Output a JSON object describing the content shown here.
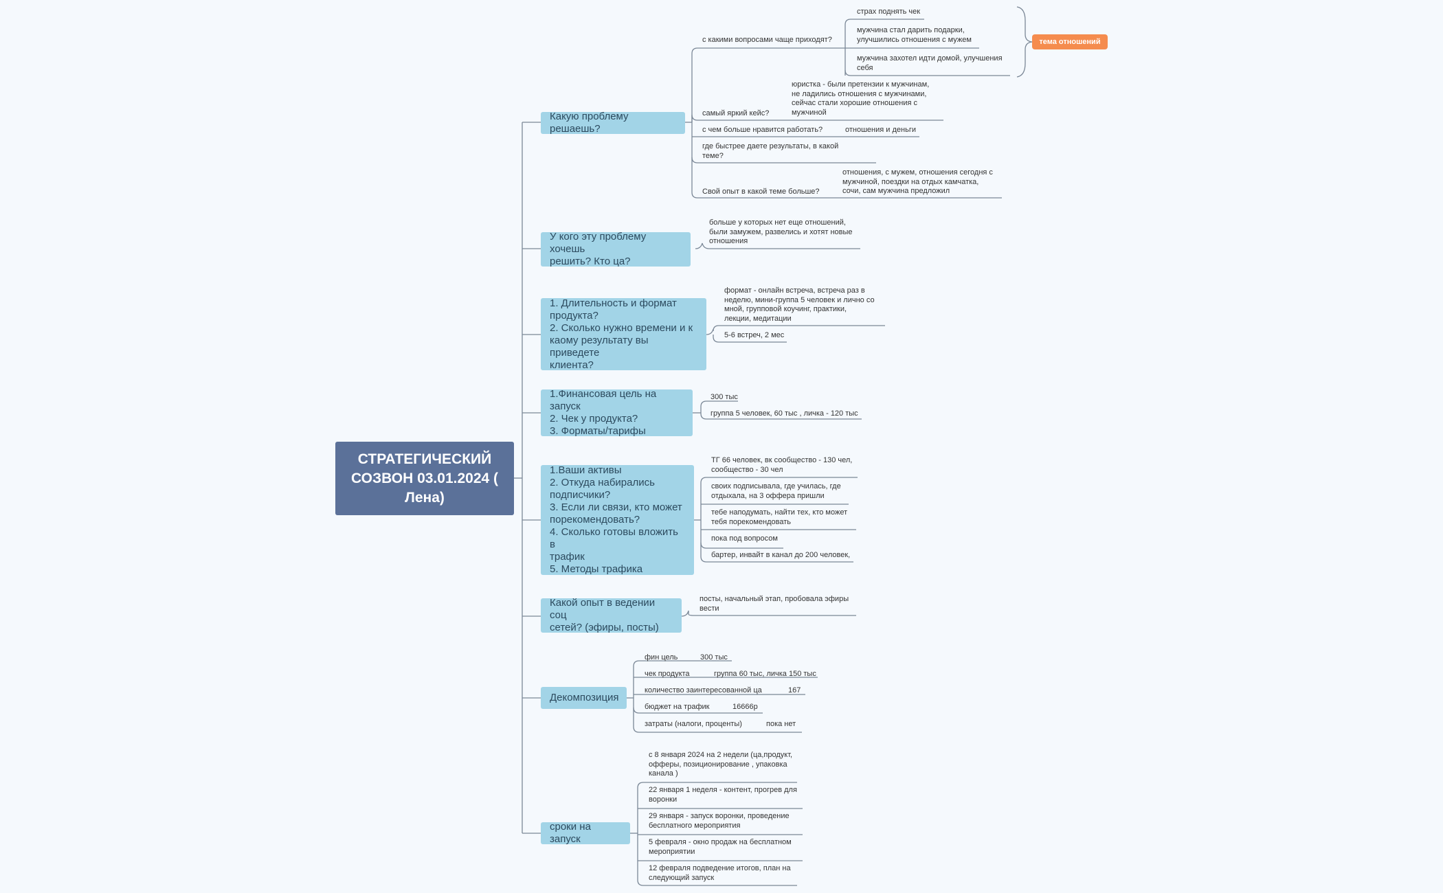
{
  "colors": {
    "root": "#5b7199",
    "topic": "#a2d4e7",
    "line": "#7a8796",
    "tag": "#f58c4e"
  },
  "root": "СТРАТЕГИЧЕСКИЙ\nСОЗВОН 03.01.2024 (\nЛена)",
  "tag": "тема отношений",
  "topics": [
    {
      "label": "Какую проблему решаешь?",
      "leaves": [
        {
          "q": "с какими вопросами чаще приходят?",
          "subs": [
            "страх поднять чек",
            "мужчина стал дарить подарки,\nулучшились отношения с мужем",
            "мужчина захотел идти домой, улучшения\nсебя"
          ]
        },
        {
          "q": "самый яркий кейс?",
          "a": "юристка  - были претензии к мужчинам,\nне ладились отношения с мужчинами,\nсейчас стали хорошие отношения с\nмужчиной"
        },
        {
          "q": "с чем больше нравится работать?",
          "a": "отношения и деньги"
        },
        {
          "q": "где быстрее даете результаты, в какой\nтеме?"
        },
        {
          "q": "Свой опыт в какой теме больше?",
          "a": "отношения, с мужем, отношения сегодня с\nмужчиной, поездки на отдых камчатка,\nсочи, сам мужчина предложил"
        }
      ]
    },
    {
      "label": "У кого эту проблему хочешь\nрешить? Кто ца?",
      "leaves": [
        {
          "q": "больше у которых нет еще отношений,\nбыли замужем, развелись и хотят новые\nотношения"
        }
      ]
    },
    {
      "label": "1. Длительность и формат\nпродукта?\n2. Сколько нужно времени и к\nкаому результату вы приведете\nклиента?",
      "leaves": [
        {
          "q": "формат - онлайн встреча, встреча раз в\nнеделю, мини-группа 5 человек и лично со\nмной, групповой коучинг, практики,\nлекции, медитации"
        },
        {
          "q": "5-6 встреч, 2 мес"
        }
      ]
    },
    {
      "label": "1.Финансовая цель на запуск\n 2. Чек у продукта?\n3. Форматы/тарифы",
      "leaves": [
        {
          "q": "300 тыс"
        },
        {
          "q": "группа 5 человек, 60 тыс , личка - 120 тыс"
        }
      ]
    },
    {
      "label": "1.Ваши активы\n2. Откуда набирались\nподписчики?\n3. Если ли связи, кто может\nпорекомендовать?\n4. Сколько готовы вложить в\nтрафик\n5. Методы трафика",
      "leaves": [
        {
          "q": "ТГ 66 человек, вк сообщество - 130 чел,\nсообщество - 30 чел"
        },
        {
          "q": "своих подписывала, где училась, где\nотдыхала,     на 3 оффера пришли"
        },
        {
          "q": "тебе наподумать, найти тех, кто может\nтебя порекомендовать"
        },
        {
          "q": "пока под вопросом"
        },
        {
          "q": "бартер, инвайт в канал до 200 человек,"
        }
      ]
    },
    {
      "label": "Какой опыт в ведении соц\nсетей? (эфиры, посты)",
      "leaves": [
        {
          "q": "посты, начальный этап, пробовала эфиры\nвести"
        }
      ]
    },
    {
      "label": "Декомпозиция",
      "leaves": [
        {
          "q": "фин цель",
          "a": "300 тыс"
        },
        {
          "q": "чек продукта",
          "a": "группа 60 тыс, личка 150 тыс"
        },
        {
          "q": "количество заинтересованной ца",
          "a": "167"
        },
        {
          "q": "бюджет на трафик",
          "a": "16666р"
        },
        {
          "q": "затраты (налоги, проценты)",
          "a": "пока нет"
        }
      ]
    },
    {
      "label": "сроки на запуск",
      "leaves": [
        {
          "q": "с 8  января 2024 на 2 недели (ца,продукт,\nофферы, позиционирование , упаковка\nканала )"
        },
        {
          "q": "22 января 1 неделя - контент, прогрев для\nворонки"
        },
        {
          "q": "29 января - запуск воронки, проведение\nбесплатного мероприятия"
        },
        {
          "q": "5 февраля - окно продаж на бесплатном\nмероприятии"
        },
        {
          "q": "12 февраля подведение итогов, план на\nследующий запуск"
        }
      ]
    }
  ]
}
